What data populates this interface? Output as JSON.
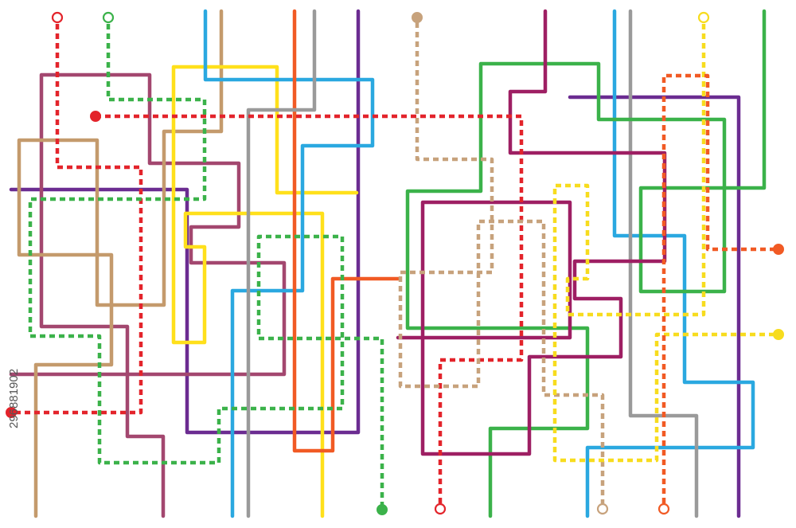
{
  "watermark": {
    "text": "296881902"
  },
  "colors": {
    "red": "#e3242b",
    "green": "#3bb24a",
    "tan": "#c49a6c",
    "mauve": "#a3476f",
    "yellow": "#ffe01b",
    "blue": "#2aa8e0",
    "orange": "#f15a24",
    "gray": "#9a9a9a",
    "purple": "#6b2c91",
    "magenta": "#9e1f63",
    "lightbrown": "#c7a27c",
    "gold": "#f7dc1e"
  },
  "lines": [
    {
      "id": "purple-main",
      "color": "purple",
      "style": "solid"
    },
    {
      "id": "purple-right",
      "color": "purple",
      "style": "solid"
    },
    {
      "id": "mauve",
      "color": "mauve",
      "style": "solid"
    },
    {
      "id": "tan",
      "color": "tan",
      "style": "solid"
    },
    {
      "id": "yellow-loop",
      "color": "yellow",
      "style": "solid"
    },
    {
      "id": "yellow-inner",
      "color": "yellow",
      "style": "solid"
    },
    {
      "id": "blue-left",
      "color": "blue",
      "style": "solid"
    },
    {
      "id": "blue-right",
      "color": "blue",
      "style": "solid"
    },
    {
      "id": "orange",
      "color": "orange",
      "style": "solid"
    },
    {
      "id": "gray-left",
      "color": "gray",
      "style": "solid"
    },
    {
      "id": "gray-right",
      "color": "gray",
      "style": "solid"
    },
    {
      "id": "green-right",
      "color": "green",
      "style": "solid"
    },
    {
      "id": "green-lower",
      "color": "green",
      "style": "solid"
    },
    {
      "id": "magenta",
      "color": "magenta",
      "style": "solid"
    },
    {
      "id": "red-dashed-top",
      "color": "red",
      "style": "dashed"
    },
    {
      "id": "red-dashed-right",
      "color": "red",
      "style": "dashed"
    },
    {
      "id": "green-dashed-top",
      "color": "green",
      "style": "dashed"
    },
    {
      "id": "green-dashed-mid",
      "color": "green",
      "style": "dashed"
    },
    {
      "id": "tan-dashed",
      "color": "lightbrown",
      "style": "dashed"
    },
    {
      "id": "yellow-dashed",
      "color": "gold",
      "style": "dashed"
    },
    {
      "id": "orange-dashed",
      "color": "orange",
      "style": "dashed"
    }
  ],
  "terminals": [
    {
      "id": "red-top-open",
      "color": "red",
      "filled": false
    },
    {
      "id": "green-top-open",
      "color": "green",
      "filled": false
    },
    {
      "id": "tan-top-filled",
      "color": "lightbrown",
      "filled": true
    },
    {
      "id": "gold-top-open",
      "color": "gold",
      "filled": false
    },
    {
      "id": "red-mid-filled",
      "color": "red",
      "filled": true
    },
    {
      "id": "orange-right-filled",
      "color": "orange",
      "filled": true
    },
    {
      "id": "gold-right-filled",
      "color": "gold",
      "filled": true
    },
    {
      "id": "red-left-filled",
      "color": "red",
      "filled": true
    },
    {
      "id": "green-bottom-filled",
      "color": "green",
      "filled": true
    },
    {
      "id": "red-bottom-open",
      "color": "red",
      "filled": false
    },
    {
      "id": "tan-bottom-open",
      "color": "lightbrown",
      "filled": false
    },
    {
      "id": "orange-bottom-open",
      "color": "orange",
      "filled": false
    }
  ]
}
